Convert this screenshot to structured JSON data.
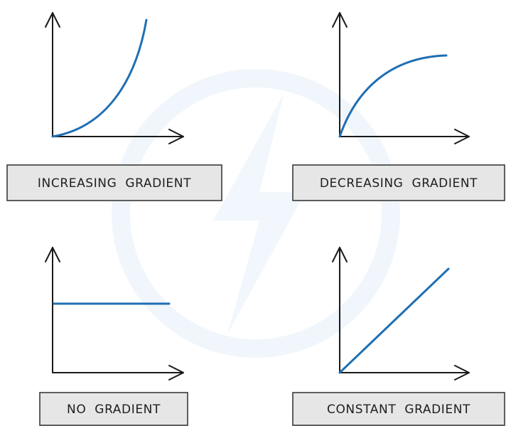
{
  "colors": {
    "curve": "#1f6fb4",
    "axis": "#1a1a1a",
    "label_fill": "#e6e6e6",
    "label_border": "#3a3a3a"
  },
  "panels": [
    {
      "id": "increasing",
      "label": "INCREASING GRADIENT"
    },
    {
      "id": "decreasing",
      "label": "DECREASING GRADIENT"
    },
    {
      "id": "none",
      "label": "NO GRADIENT"
    },
    {
      "id": "constant",
      "label": "CONSTANT GRADIENT"
    }
  ]
}
